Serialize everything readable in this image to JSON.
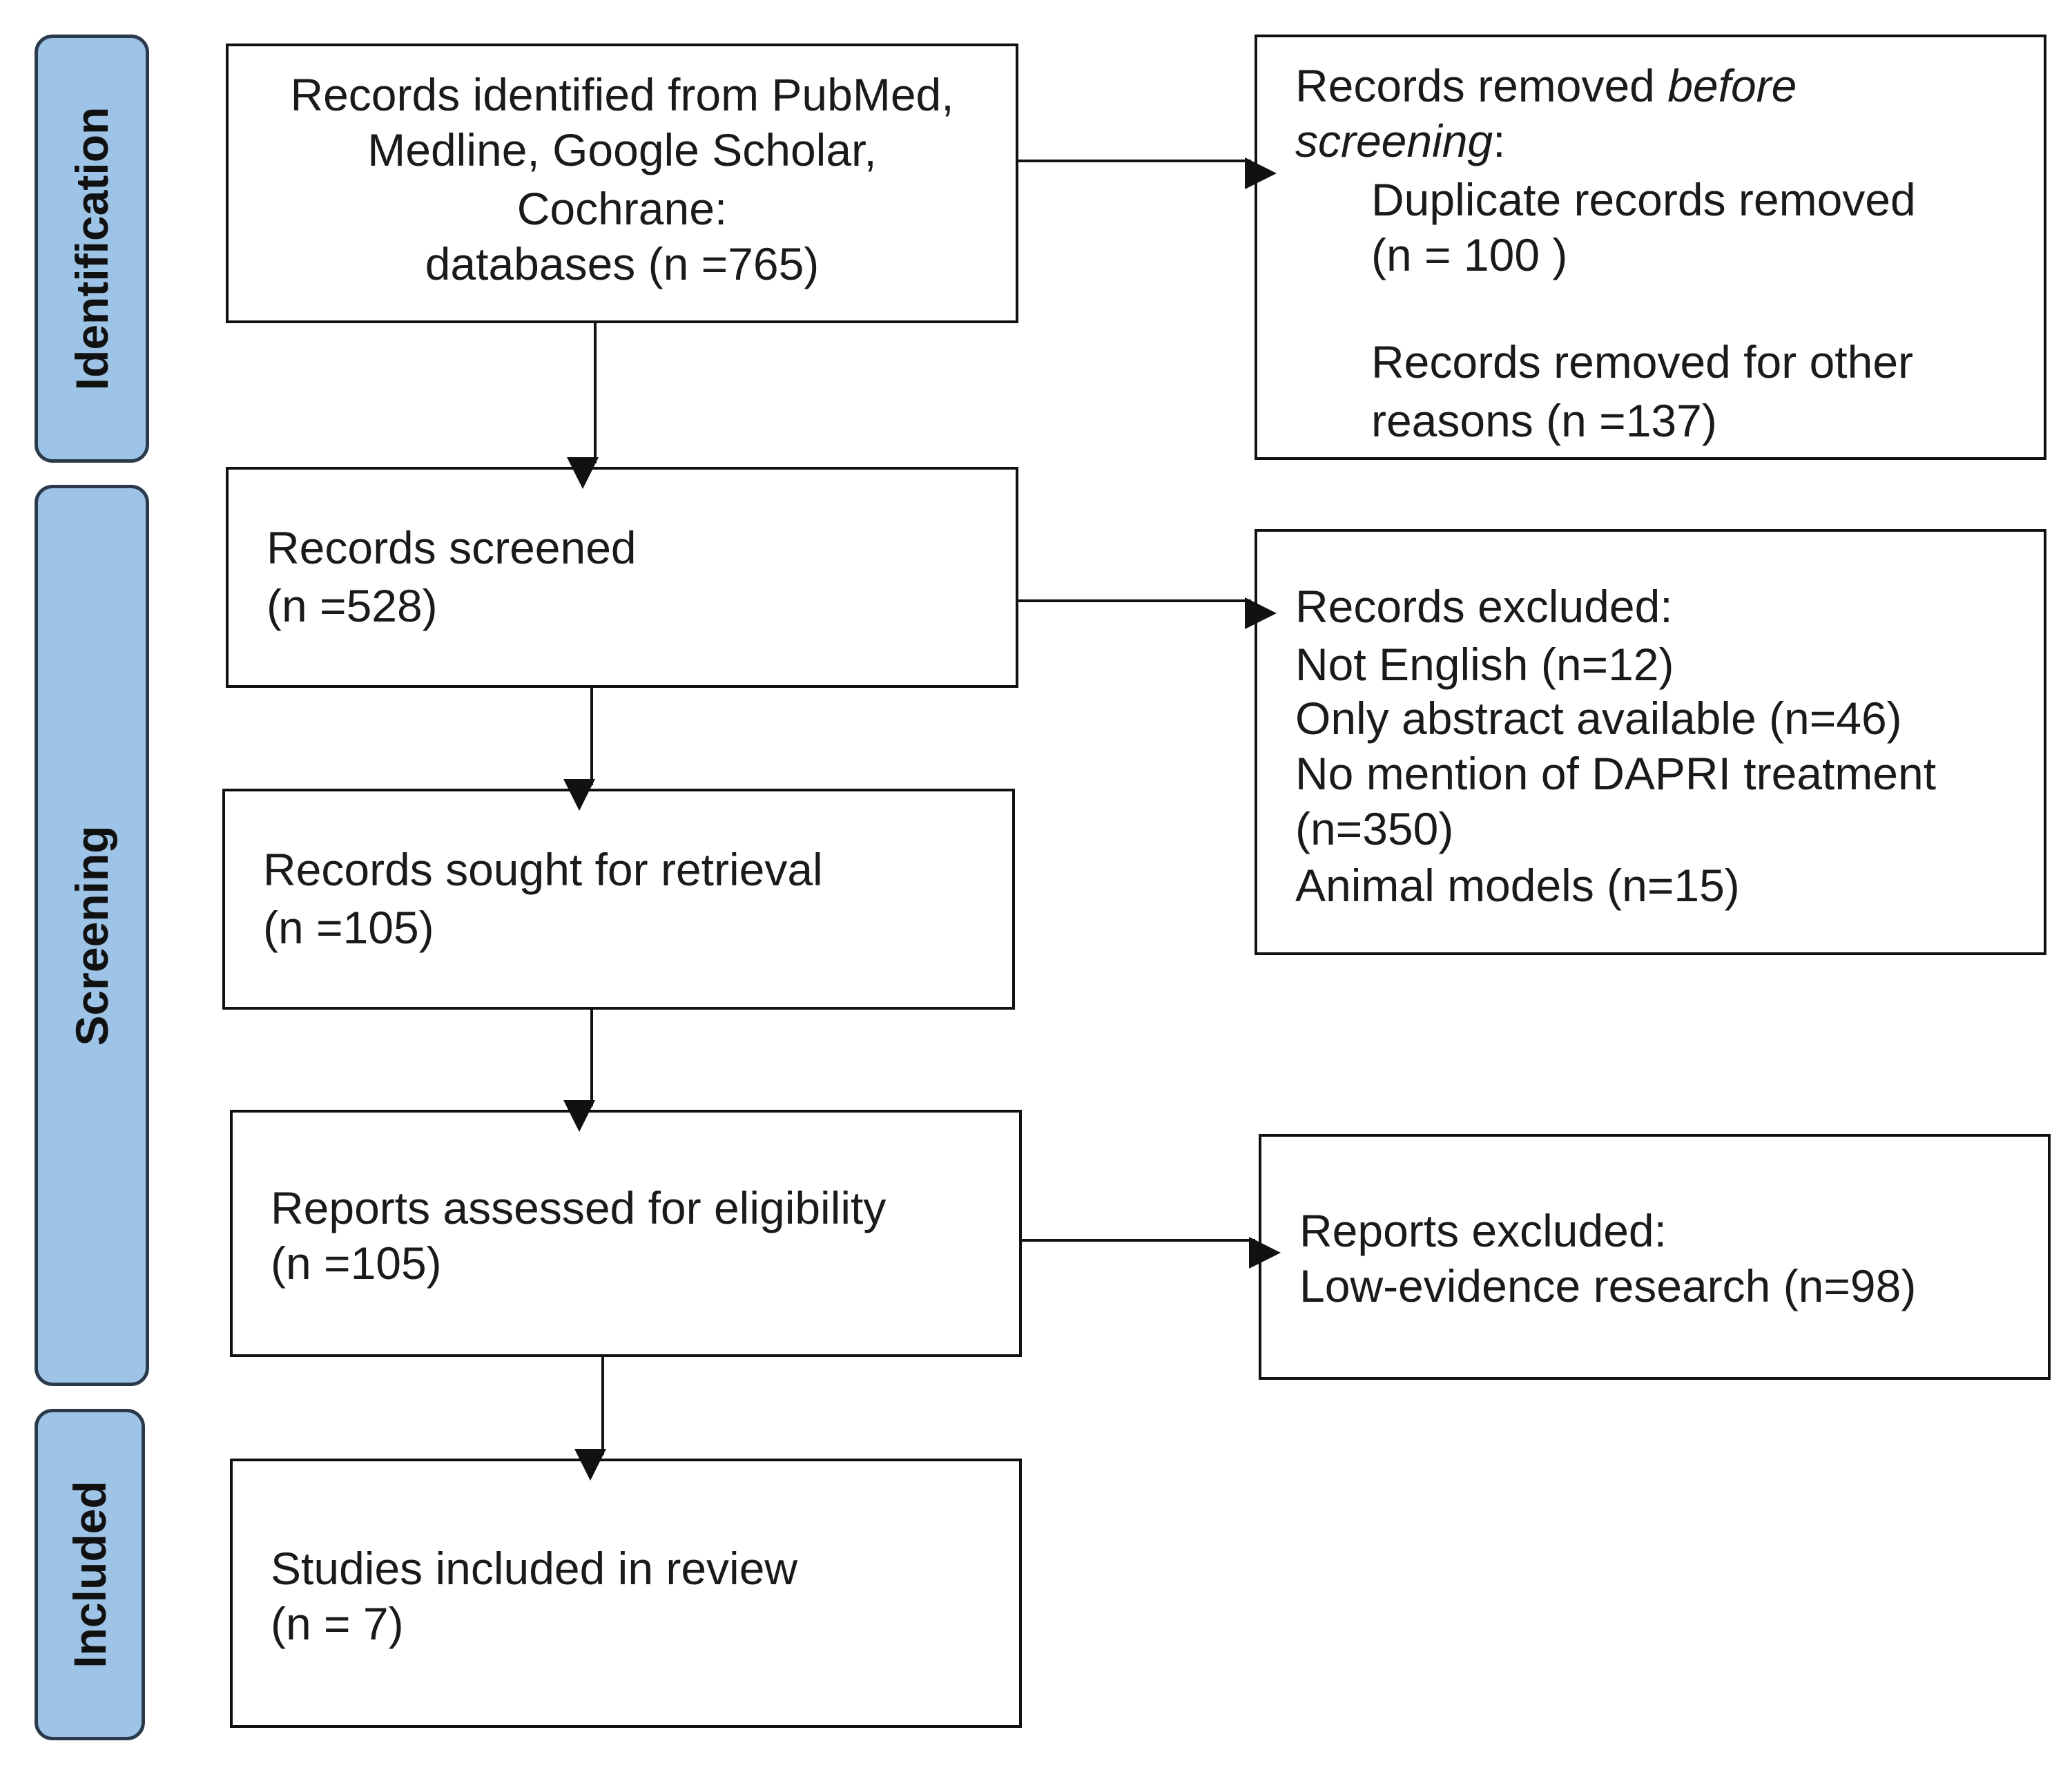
{
  "phases": {
    "identification": "Identification",
    "screening": "Screening",
    "included": "Included"
  },
  "boxes": {
    "identified": {
      "line1": "Records identified from PubMed,",
      "line2": "Medline, Google Scholar,",
      "line3": "Cochrane:",
      "line4": "databases (n =765)"
    },
    "removed": {
      "title_start": "Records removed ",
      "title_italic": "before",
      "title_line2_italic": "screening",
      "title_line2_end": ":",
      "duplicates_label": "Duplicate records removed",
      "duplicates_count": "(n = 100 )",
      "other_label": "Records removed for other",
      "other_count": "reasons (n =137)"
    },
    "screened": {
      "label": "Records screened",
      "count": "(n =528)"
    },
    "excluded": {
      "title": "Records excluded:",
      "items": [
        "Not English (n=12)",
        "Only abstract available (n=46)",
        "No mention of DAPRI treatment",
        "(n=350)",
        "Animal models (n=15)"
      ]
    },
    "sought": {
      "label": "Records sought for retrieval",
      "count": "(n =105)"
    },
    "assessed": {
      "label": "Reports assessed for eligibility",
      "count": "(n =105)"
    },
    "reports_excluded": {
      "title": "Reports excluded:",
      "reason": "Low-evidence research (n=98)"
    },
    "included": {
      "label": "Studies included in review",
      "count": "(n = 7)"
    }
  }
}
